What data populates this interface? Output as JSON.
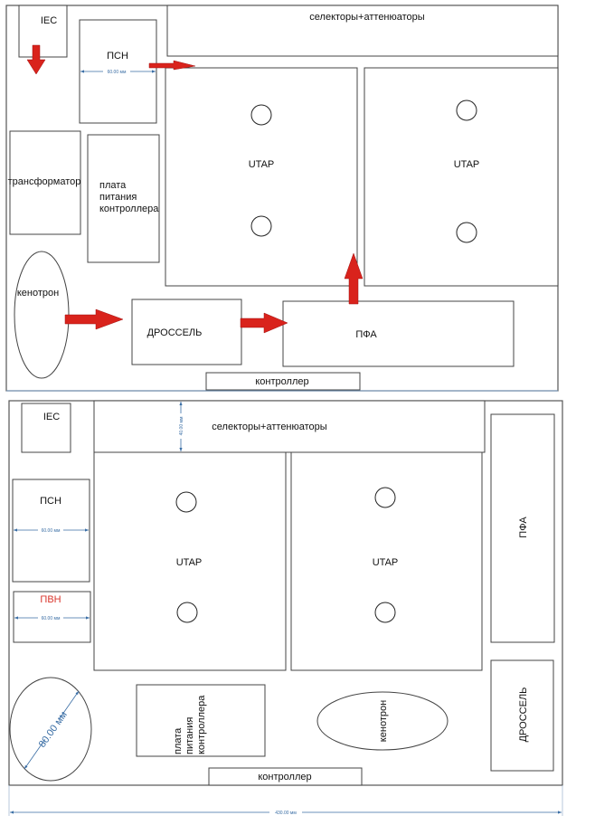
{
  "colors": {
    "arrow": "#d9231c",
    "dimension": "#3a6ea5",
    "pvn_label": "#d9352c"
  },
  "top_layout": {
    "iec": "IEC",
    "psn": "ПСН",
    "psn_dim": "60.00 мм",
    "selectors": "селекторы+аттенюаторы",
    "utap_left": "UTAP",
    "utap_right": "UTAP",
    "transformer": "трансформатор",
    "controller_power": [
      "плата",
      "питания",
      "контроллера"
    ],
    "kenotron": "кенотрон",
    "choke": "ДРОССЕЛЬ",
    "pfa": "ПФА",
    "controller": "контроллер"
  },
  "bottom_layout": {
    "iec": "IEC",
    "selectors": "селекторы+аттенюаторы",
    "selectors_dim": "40.00 мм",
    "utap_left": "UTAP",
    "utap_right": "UTAP",
    "pfa": "ПФА",
    "psn": "ПСН",
    "psn_dim": "60.00 мм",
    "pvn": "ПВН",
    "pvn_dim": "60.00 мм",
    "transformer_dim": "80.00 мм",
    "controller_power": [
      "плата",
      "питания",
      "контроллера"
    ],
    "kenotron": "кенотрон",
    "choke": "ДРОССЕЛЬ",
    "controller": "контроллер",
    "width_dim": "430.00 мм"
  }
}
